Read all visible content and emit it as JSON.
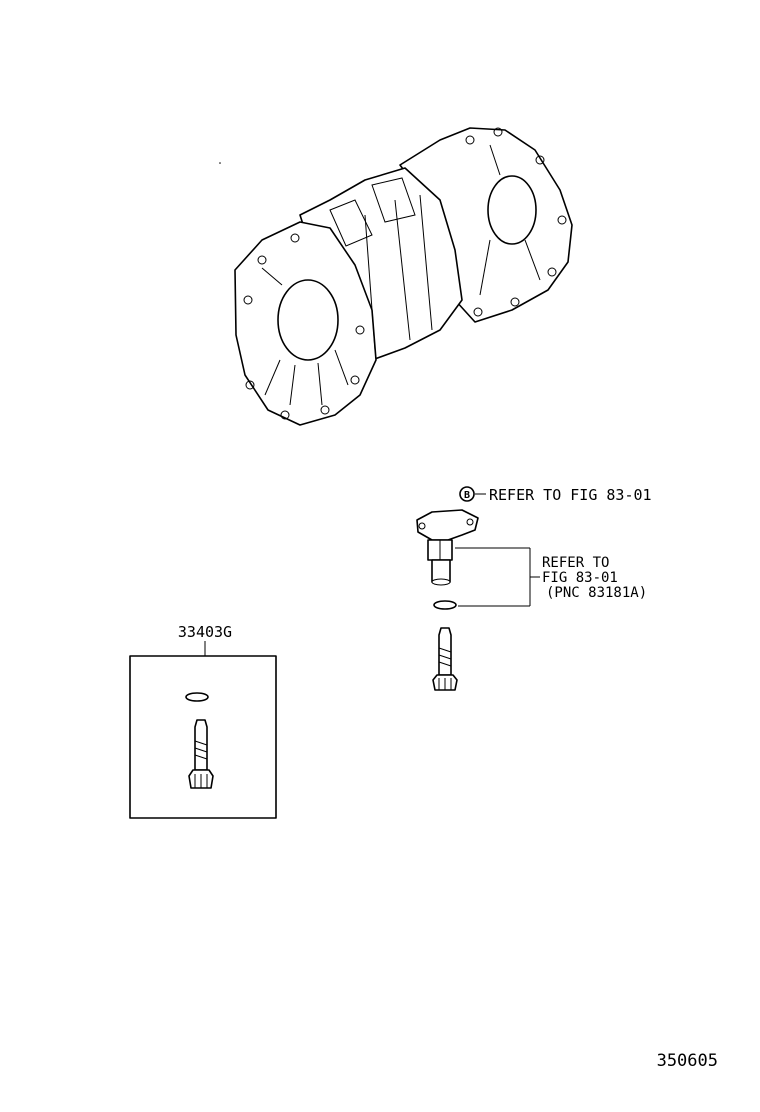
{
  "callout_b": {
    "marker": "B",
    "text": "REFER TO FIG 83-01"
  },
  "bracket_ref": {
    "line1": "REFER TO",
    "line2": "FIG 83-01",
    "line3": "(PNC 83181A)"
  },
  "kit": {
    "part_number": "33403G"
  },
  "figure_number": "350605"
}
